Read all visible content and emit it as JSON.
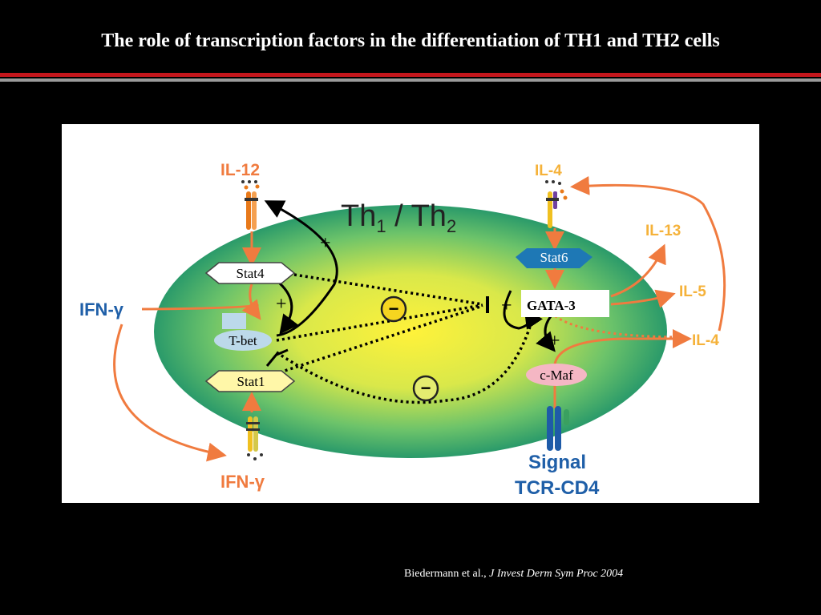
{
  "slide": {
    "title": "The role of transcription factors in the differentiation of TH1 and TH2 cells",
    "citation_authors": "Biedermann et al., ",
    "citation_journal": "J Invest Derm Sym Proc 2004"
  },
  "diagram": {
    "header_parts": {
      "th": "Th",
      "sub1": "1",
      "slash": " / Th",
      "sub2": "2"
    },
    "labels": {
      "il12": "IL-12",
      "il4_top": "IL-4",
      "il13": "IL-13",
      "il5": "IL-5",
      "il4_right": "IL-4",
      "ifng_left": "IFN-γ",
      "ifng_bottom": "IFN-γ",
      "signal": "Signal",
      "tcr": "TCR-CD4"
    },
    "nodes": {
      "stat4": "Stat4",
      "tbet": "T-bet",
      "stat1": "Stat1",
      "stat6": "Stat6",
      "gata3": "GATA-3",
      "cmaf": "c-Maf"
    },
    "signs": {
      "plus": "+",
      "minus": "−"
    },
    "colors": {
      "orange": "#f07b3f",
      "dark_green": "#2a9a6a",
      "yellow": "#fff23a",
      "stat6_blue": "#1e78b5",
      "label_blue": "#1f5fa8",
      "cmaf_pink": "#f5b7c4",
      "tbet_blue": "#bcd9ea"
    }
  }
}
